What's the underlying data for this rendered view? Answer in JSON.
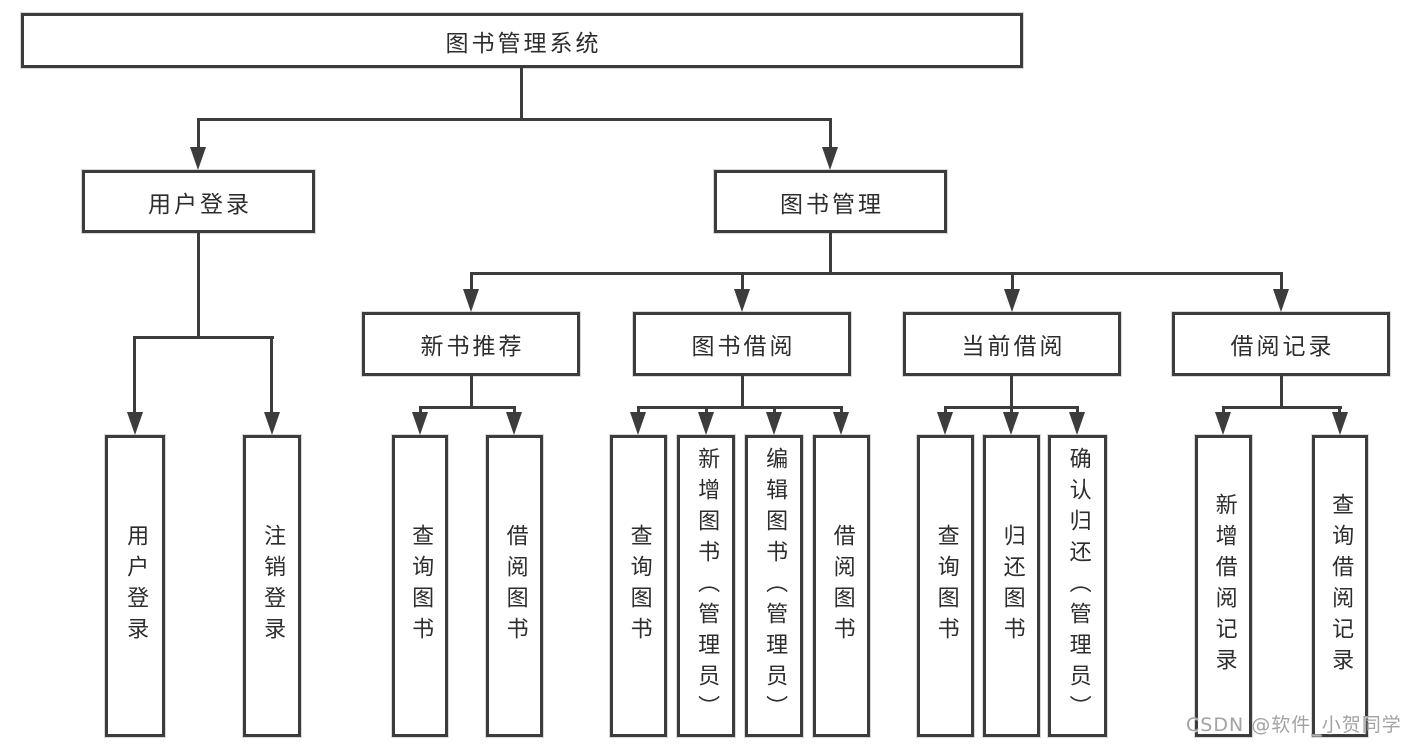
{
  "diagram": {
    "title": "图书管理系统",
    "level2": [
      {
        "label": "用户登录",
        "leaves": [
          "用户登录",
          "注销登录"
        ]
      },
      {
        "label": "图书管理",
        "groups": [
          {
            "label": "新书推荐",
            "leaves": [
              "查询图书",
              "借阅图书"
            ]
          },
          {
            "label": "图书借阅",
            "leaves": [
              "查询图书",
              "新增图书（管理员）",
              "编辑图书（管理员）",
              "借阅图书"
            ]
          },
          {
            "label": "当前借阅",
            "leaves": [
              "查询图书",
              "归还图书",
              "确认归还（管理员）"
            ]
          },
          {
            "label": "借阅记录",
            "leaves": [
              "新增借阅记录",
              "查询借阅记录"
            ]
          }
        ]
      }
    ]
  },
  "watermark": "CSDN @软件_小贺同学"
}
